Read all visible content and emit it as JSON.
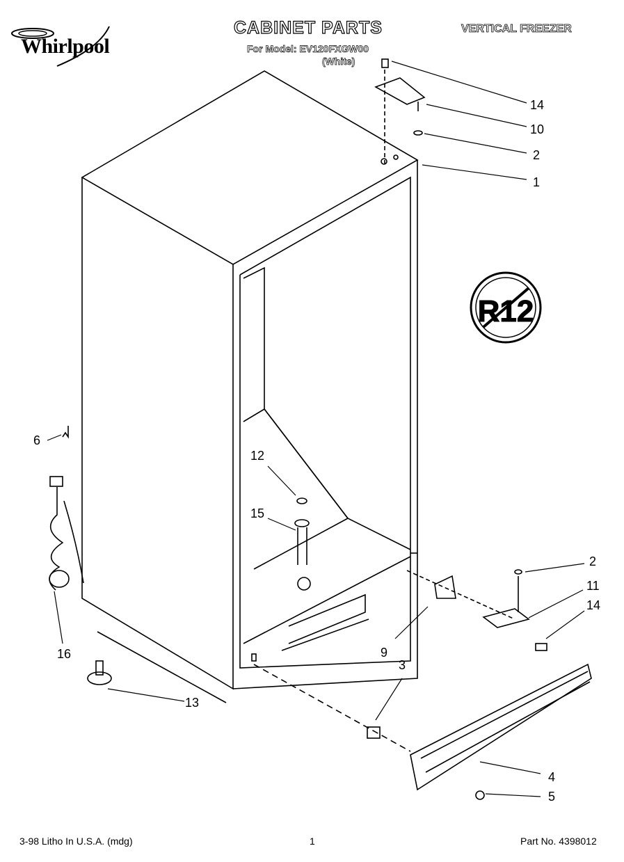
{
  "brand": "Whirlpool",
  "title": "CABINET PARTS",
  "model_line": "For Model: EV120FXGW00",
  "color_line": "(White)",
  "product": "VERTICAL FREEZER",
  "badge_text": "R12",
  "callouts": {
    "c14a": "14",
    "c10": "10",
    "c2a": "2",
    "c1": "1",
    "c6": "6",
    "c12": "12",
    "c15": "15",
    "c16": "16",
    "c2b": "2",
    "c11": "11",
    "c14b": "14",
    "c9": "9",
    "c3": "3",
    "c13": "13",
    "c4": "4",
    "c5": "5"
  },
  "footer": {
    "left": "3-98 Litho In U.S.A. (mdg)",
    "page": "1",
    "part_no": "Part No. 4398012"
  }
}
